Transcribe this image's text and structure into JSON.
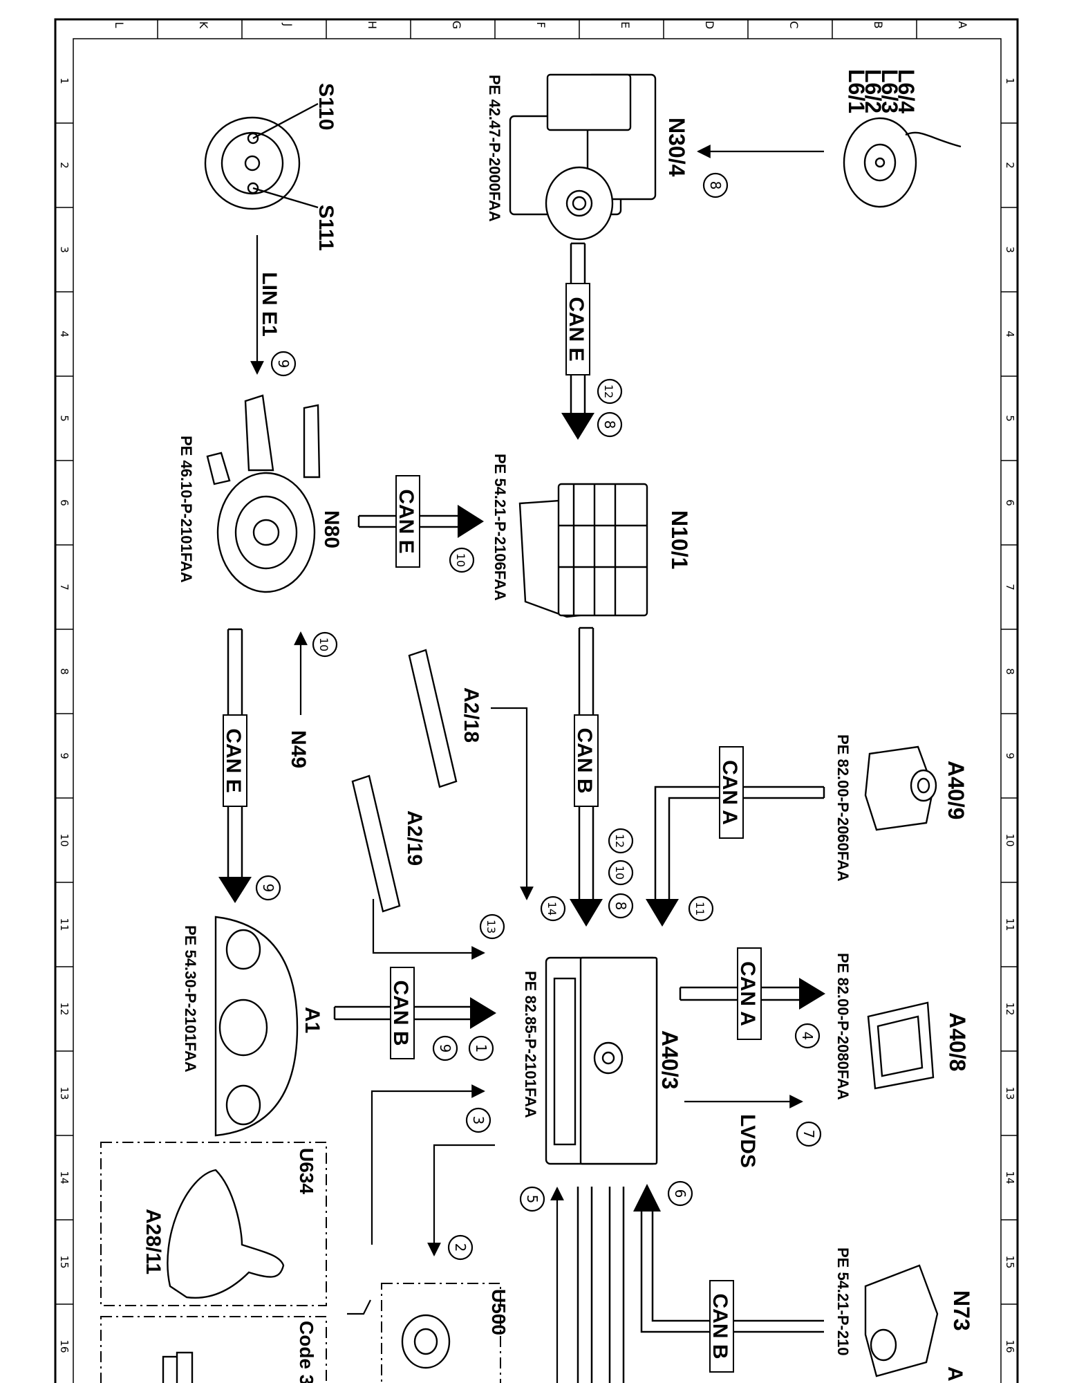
{
  "grid": {
    "columns": [
      "L",
      "K",
      "J",
      "H",
      "G",
      "F",
      "E",
      "D",
      "C",
      "B",
      "A"
    ],
    "rows": [
      "1",
      "2",
      "3",
      "4",
      "5",
      "6",
      "7",
      "8",
      "9",
      "10",
      "11",
      "12",
      "13",
      "14",
      "15",
      "16"
    ]
  },
  "components": {
    "l6": {
      "lines": [
        "L6/1",
        "L6/2",
        "L6/3",
        "L6/4"
      ]
    },
    "n30_4": {
      "label": "N30/4",
      "ref": "PE 42.47-P-2000FAA"
    },
    "s110": {
      "label": "S110"
    },
    "s111": {
      "label": "S111"
    },
    "n10_1": {
      "label": "N10/1",
      "ref": "PE 54.21-P-2106FAA"
    },
    "n80": {
      "label": "N80",
      "ref": "PE 46.10-P-2101FAA"
    },
    "n49": {
      "label": "N49"
    },
    "a2_18": {
      "label": "A2/18"
    },
    "a2_19": {
      "label": "A2/19"
    },
    "a40_9": {
      "label": "A40/9",
      "ref": "PE 82.00-P-2060FAA"
    },
    "a40_8": {
      "label": "A40/8",
      "ref": "PE 82.00-P-2080FAA"
    },
    "a40_3": {
      "label": "A40/3",
      "ref": "PE 82.85-P-2101FAA"
    },
    "a1": {
      "label": "A1",
      "ref": "PE 54.30-P-2101FAA"
    },
    "n73": {
      "label": "N73",
      "ref": "PE 54.21-P-210"
    },
    "a28_11": {
      "label": "A28/11"
    },
    "u634": {
      "label": "U634"
    },
    "u500": {
      "label": "U500"
    },
    "code3": {
      "label": "Code 3"
    },
    "a_cut": {
      "label": "A"
    }
  },
  "buses": {
    "can_e_1": "CAN E",
    "can_e_2": "CAN E",
    "can_e_3": "CAN E",
    "can_b_1": "CAN B",
    "can_b_2": "CAN B",
    "can_b_3": "CAN B",
    "can_a_1": "CAN A",
    "can_a_2": "CAN A",
    "lin_e1": "LIN E1",
    "lvds": "LVDS"
  },
  "signals": {
    "s1": "1",
    "s2": "2",
    "s3": "3",
    "s4": "4",
    "s5": "5",
    "s6": "6",
    "s7": "7",
    "s8a": "8",
    "s8b": "8",
    "s8c": "8",
    "s9a": "9",
    "s9b": "9",
    "s9c": "9",
    "s10a": "10",
    "s10b": "10",
    "s10c": "10",
    "s11": "11",
    "s12a": "12",
    "s12b": "12",
    "s13": "13",
    "s14": "14"
  }
}
